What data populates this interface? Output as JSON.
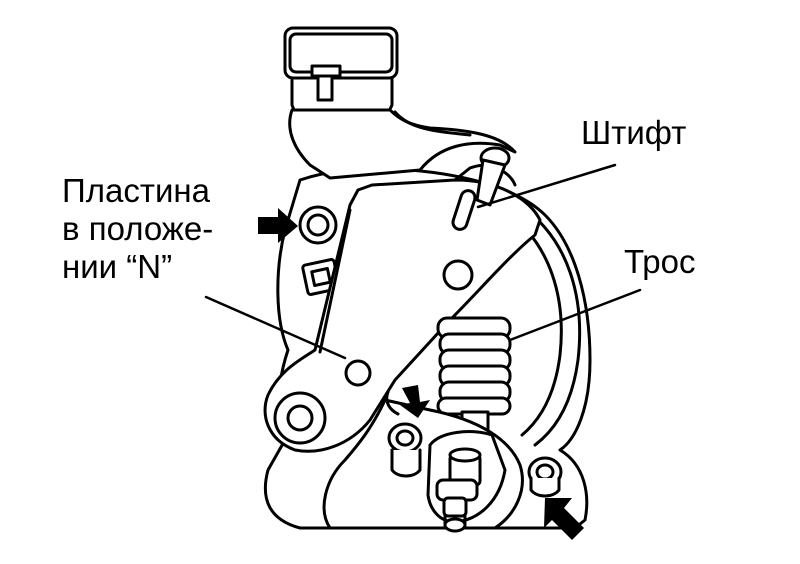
{
  "labels": {
    "plate": {
      "line1": "Пластина",
      "line2": "в положе-",
      "line3": "нии “N”"
    },
    "pin": "Штифт",
    "cable": "Трос"
  },
  "icons": [
    "connector-icon",
    "arrow-right-icon",
    "arrow-down-icon",
    "arrow-up-left-icon",
    "cable-end-icon",
    "pin-icon",
    "bolt-icon",
    "shaft-icon"
  ],
  "colors": {
    "line": "#000000",
    "fill": "#ffffff"
  }
}
